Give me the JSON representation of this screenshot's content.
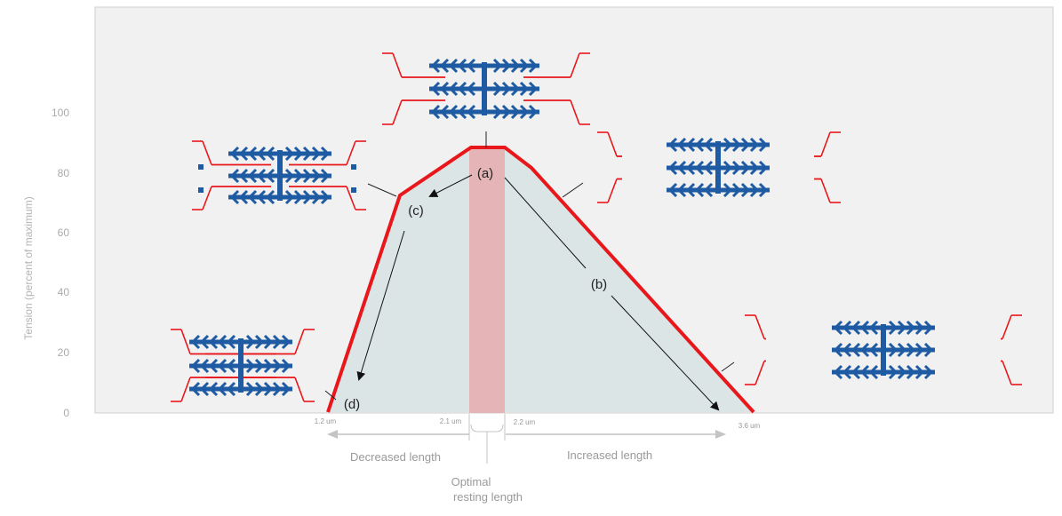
{
  "y_axis": {
    "label": "Tension (percent of maximum)",
    "ticks": [
      "0",
      "20",
      "40",
      "60",
      "80",
      "100"
    ]
  },
  "points": {
    "a": "(a)",
    "b": "(b)",
    "c": "(c)",
    "d": "(d)"
  },
  "lengths": {
    "l1": "1.2 um",
    "l2": "2.1 um",
    "l3": "2.2 um",
    "l4": "3.6 um"
  },
  "captions": {
    "decreased": "Decreased length",
    "increased": "Increased length",
    "optimal_line1": "Optimal",
    "optimal_line2": "resting length"
  },
  "curve": {
    "sarcomere_length_um": [
      1.2,
      1.5,
      2.0,
      2.1,
      2.2,
      2.3,
      3.6
    ],
    "tension_percent": [
      0,
      72,
      89,
      89,
      89,
      81,
      0
    ]
  },
  "colors": {
    "curve": "#e8171b",
    "fill": "#dbe5e6",
    "optimal_band": "#e4b4b7",
    "thick_filament": "#1f5ba3",
    "thin_filament": "#e8171b",
    "plot_bg": "#f1f1f1"
  }
}
